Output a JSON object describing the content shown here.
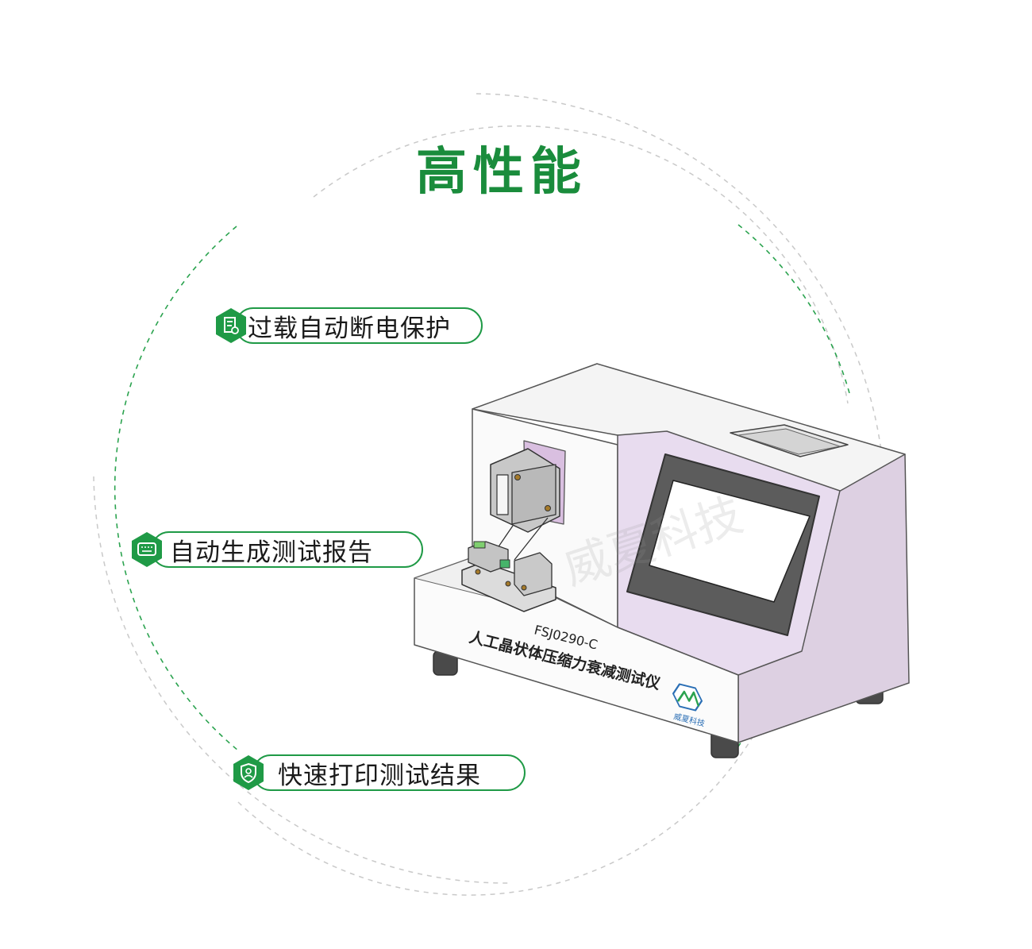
{
  "heading": "高性能",
  "features": [
    {
      "label": "过载自动断电保护",
      "icon": "document-icon"
    },
    {
      "label": "自动生成测试报告",
      "icon": "keyboard-icon"
    },
    {
      "label": "快速打印测试结果",
      "icon": "shield-user-icon"
    }
  ],
  "device": {
    "model": "FSJ0290-C",
    "name": "人工晶状体压缩力衰减测试仪",
    "brand": "威夏科技"
  },
  "watermark": "威夏科技",
  "colors": {
    "accent": "#1f9a46",
    "body": "#ddd0e2",
    "panel": "#f6f6f6"
  }
}
